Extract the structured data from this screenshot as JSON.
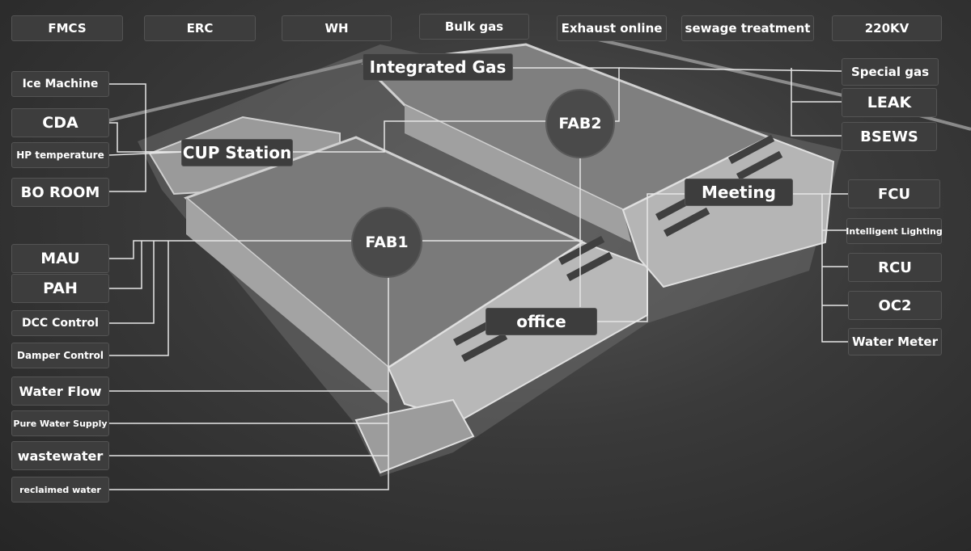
{
  "top_bar": [
    "FMCS",
    "ERC",
    "WH",
    "Bulk gas",
    "Exhaust online",
    "sewage treatment",
    "220KV"
  ],
  "areas": {
    "integrated_gas": "Integrated Gas",
    "cup_station": "CUP Station",
    "fab1": "FAB1",
    "fab2": "FAB2",
    "meeting": "Meeting",
    "office": "office"
  },
  "left_upper": [
    "Ice Machine",
    "CDA",
    "HP temperature",
    "BO ROOM"
  ],
  "left_middle": [
    "MAU",
    "PAH",
    "DCC Control",
    "Damper Control"
  ],
  "left_lower": [
    "Water Flow",
    "Pure Water Supply",
    "wastewater",
    "reclaimed water"
  ],
  "right_upper": [
    "Special gas",
    "LEAK",
    "BSEWS"
  ],
  "right_lower": [
    "FCU",
    "Intelligent Lighting",
    "RCU",
    "OC2",
    "Water Meter"
  ],
  "colors": {
    "line": "#e6e6e6",
    "label_bg": "#3d3d3d",
    "label_text": "#ffffff"
  }
}
